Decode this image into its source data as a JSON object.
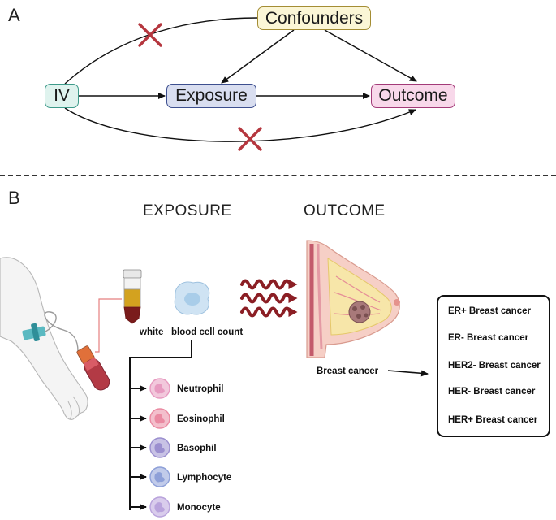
{
  "panel_a": {
    "letter": "A",
    "nodes": {
      "iv": "IV",
      "exposure": "Exposure",
      "confounders": "Confounders",
      "outcome": "Outcome"
    }
  },
  "panel_b": {
    "letter": "B",
    "exposure_heading": "EXPOSURE",
    "outcome_heading": "OUTCOME",
    "white_label": "white",
    "blood_cell_label": "blood cell count",
    "cell_types": [
      "Neutrophil",
      "Eosinophil",
      "Basophil",
      "Lymphocyte",
      "Monocyte"
    ],
    "breast_cancer_label": "Breast cancer",
    "subtypes": [
      "ER+ Breast cancer",
      "ER- Breast cancer",
      "HER2- Breast cancer",
      "HER- Breast cancer",
      "HER+ Breast cancer"
    ]
  },
  "colors": {
    "iv_fill": "#dff3ee",
    "iv_border": "#3d9a8a",
    "exposure_fill": "#d9def0",
    "exposure_border": "#3d4f8f",
    "confounders_fill": "#fbf6d6",
    "confounders_border": "#a48d34",
    "outcome_fill": "#f8d8ea",
    "outcome_border": "#a33a78",
    "cross": "#b5363e",
    "wave": "#8b1e24",
    "cell_colors": [
      "#e79ac0",
      "#ea8aa2",
      "#9b8fcf",
      "#8ea0d8",
      "#b9a3dc"
    ]
  }
}
